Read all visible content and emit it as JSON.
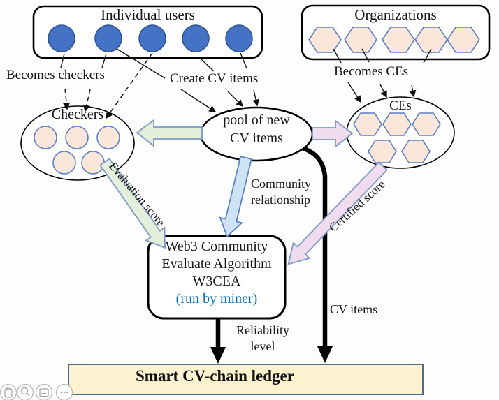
{
  "diagram": {
    "individual_users": {
      "title": "Individual users",
      "member_count": 5
    },
    "organizations": {
      "title": "Organizations",
      "member_count": 5
    },
    "checkers": {
      "label": "Checkers",
      "member_count": 5
    },
    "pool": {
      "line1": "pool of new",
      "line2": "CV items"
    },
    "ces": {
      "label": "CEs",
      "member_count": 5
    },
    "w3cea": {
      "line1": "Web3 Community",
      "line2": "Evaluate Algorithm",
      "line3": "W3CEA",
      "line4": "(run by miner)"
    },
    "ledger": {
      "title": "Smart CV-chain ledger"
    },
    "edge_labels": {
      "becomes_checkers": "Becomes checkers",
      "create_cv_items": "Create CV items",
      "becomes_ces": "Becomes CEs",
      "evaluation_score": "Evaluation score",
      "community_line1": "Community",
      "community_line2": "relationship",
      "certified_score": "Certified score",
      "cv_items": "CV items",
      "reliability_line1": "Reliability",
      "reliability_line2": "level"
    },
    "colors": {
      "user_node_fill": "#4472c4",
      "user_node_border": "#2f5597",
      "entity_node_fill": "#fbe7d9",
      "entity_node_border": "#5b7fc4",
      "evaluation_arrow_fill": "#e3efda",
      "community_arrow_fill": "#cfe3f7",
      "certified_arrow_fill": "#f0dcee",
      "ledger_fill": "#fdf2cf",
      "ledger_border": "#4f6e8f",
      "miner_text": "#0070c0"
    }
  },
  "toolbar": {
    "icons": [
      {
        "name": "clipboard-icon"
      },
      {
        "name": "zoom-search-icon"
      },
      {
        "name": "reader-mode-icon"
      },
      {
        "name": "more-ellipsis-icon"
      }
    ]
  }
}
